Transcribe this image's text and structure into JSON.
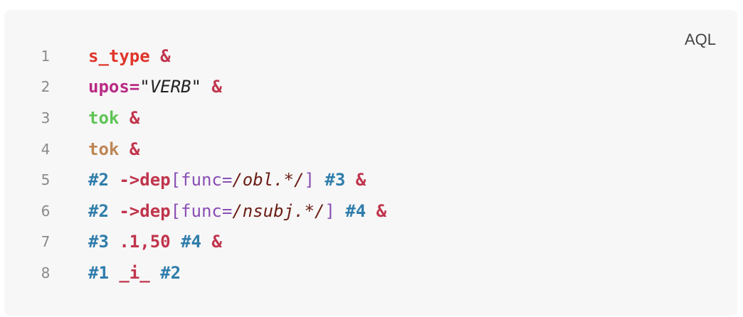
{
  "code_block": {
    "language": "AQL",
    "lines": [
      {
        "n": "1",
        "t": [
          "s_type",
          " ",
          "&"
        ]
      },
      {
        "n": "2",
        "t": [
          "upos=",
          "\"",
          "VERB",
          "\"",
          " ",
          "&"
        ]
      },
      {
        "n": "3",
        "t": [
          "tok",
          " ",
          "&"
        ]
      },
      {
        "n": "4",
        "t": [
          "tok",
          " ",
          "&"
        ]
      },
      {
        "n": "5",
        "t": [
          "#2",
          " ",
          "->dep",
          "[func=",
          "/obl.*/",
          "]",
          " ",
          "#3",
          " ",
          "&"
        ]
      },
      {
        "n": "6",
        "t": [
          "#2",
          " ",
          "->dep",
          "[func=",
          "/nsubj.*/",
          "]",
          " ",
          "#4",
          " ",
          "&"
        ]
      },
      {
        "n": "7",
        "t": [
          "#3",
          " ",
          ".1,50",
          " ",
          "#4",
          " ",
          "&"
        ]
      },
      {
        "n": "8",
        "t": [
          "#1",
          " ",
          "_i_",
          " ",
          "#2"
        ]
      }
    ]
  }
}
